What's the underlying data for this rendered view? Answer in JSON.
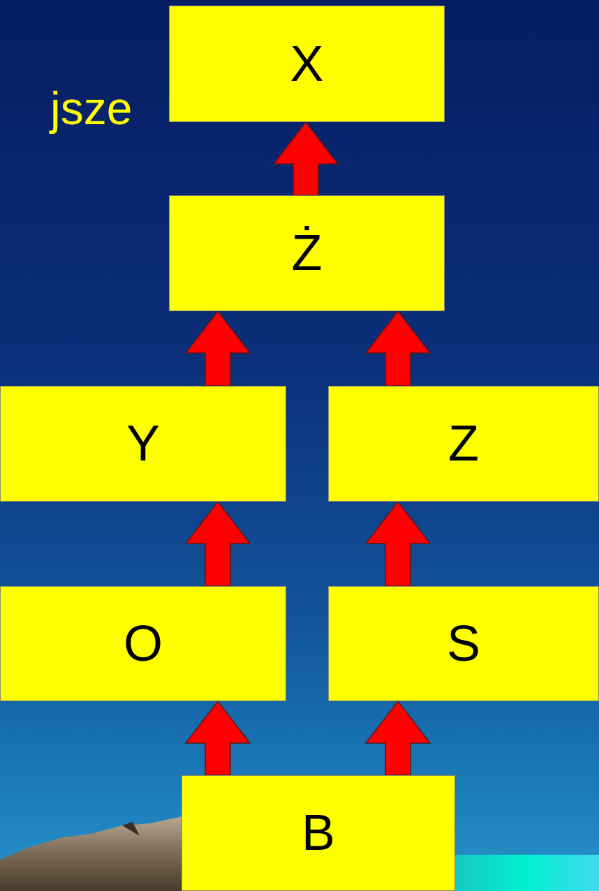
{
  "diagram": {
    "nodes": [
      {
        "text": [
          "X"
        ]
      },
      {
        "text": [
          "Ż"
        ]
      },
      {
        "text": [
          "Y"
        ]
      },
      {
        "text": [
          "Z"
        ]
      },
      {
        "text": [
          "O"
        ]
      },
      {
        "text": [
          "S"
        ]
      },
      {
        "text": [
          "B"
        ]
      }
    ],
    "edges": [
      {
        "from": 6,
        "to": 4,
        "arrow": "to"
      },
      {
        "from": 6,
        "to": 5,
        "arrow": "to"
      },
      {
        "from": 4,
        "to": 2,
        "arrow": "to"
      },
      {
        "from": 5,
        "to": 3,
        "arrow": "to"
      },
      {
        "from": 2,
        "to": 1,
        "arrow": "to"
      },
      {
        "from": 3,
        "to": 1,
        "arrow": "to"
      },
      {
        "from": 1,
        "to": 0,
        "arrow": "to"
      }
    ],
    "labels": [
      "jsze"
    ]
  }
}
